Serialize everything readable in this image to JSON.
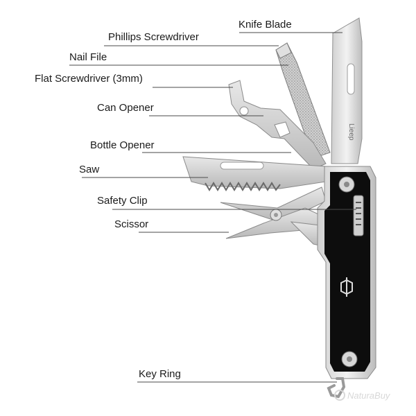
{
  "labels": {
    "knife_blade": "Knife Blade",
    "phillips": "Phillips Screwdriver",
    "nail_file": "Nail File",
    "flat_screwdriver": "Flat Screwdriver (3mm)",
    "can_opener": "Can Opener",
    "bottle_opener": "Bottle Opener",
    "saw": "Saw",
    "safety_clip": "Safety Clip",
    "scissor": "Scissor",
    "key_ring": "Key Ring"
  },
  "blade_engraving": "Lieep",
  "watermark": "NaturaBuy",
  "colors": {
    "steel_light": "#e6e6e6",
    "steel_dark": "#9a9a9a",
    "handle": "#0d0d0d",
    "leader": "#4a4a4a"
  }
}
